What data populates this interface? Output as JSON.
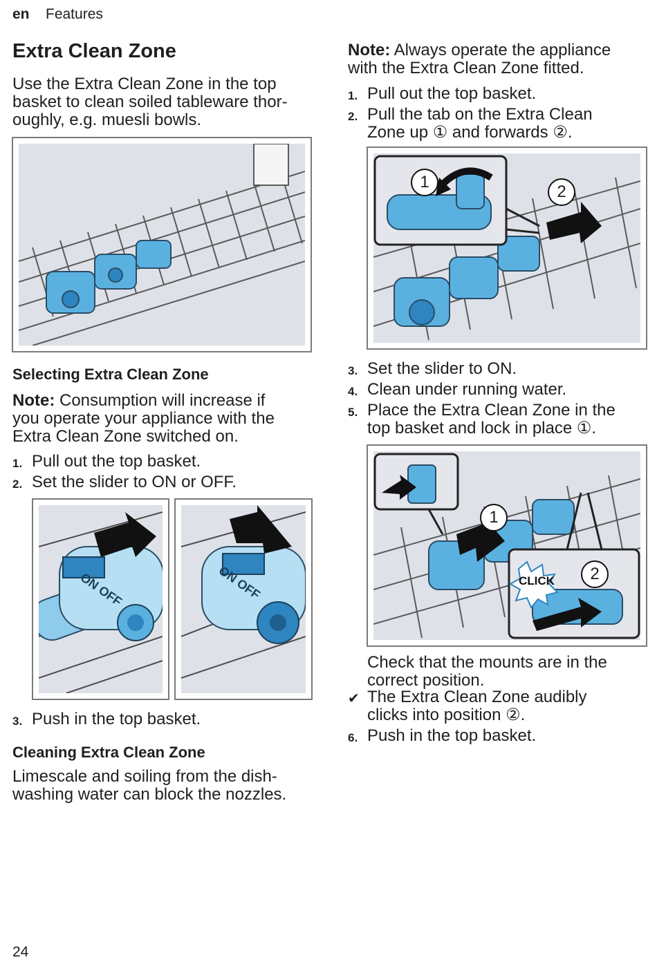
{
  "header": {
    "lang": "en",
    "section": "Features"
  },
  "title": "Extra Clean Zone",
  "intro": [
    "Use the Extra Clean Zone in the top",
    "basket to clean soiled tableware thor-",
    "oughly, e.g. muesli bowls."
  ],
  "selecting": {
    "heading": "Selecting Extra Clean Zone",
    "note_label": "Note:",
    "note_lines": [
      " Consumption will increase if",
      "you operate your appliance with the",
      "Extra Clean Zone switched on."
    ],
    "steps": [
      {
        "num": "1.",
        "text": "Pull out the top basket."
      },
      {
        "num": "2.",
        "text": "Set the slider to ON or OFF."
      }
    ],
    "step3": {
      "num": "3.",
      "text": "Push in the top basket."
    },
    "slider_label_left": "ON OFF",
    "slider_label_right": "ON OFF"
  },
  "cleaning": {
    "heading": "Cleaning Extra Clean Zone",
    "lines": [
      "Limescale and soiling from the dish-",
      "washing water can block the nozzles."
    ]
  },
  "right": {
    "note_label": "Note:",
    "note_lines": [
      " Always operate the appliance",
      "with the Extra Clean Zone fitted."
    ],
    "steps_a": [
      {
        "num": "1.",
        "lines": [
          "Pull out the top basket."
        ]
      },
      {
        "num": "2.",
        "lines": [
          "Pull the tab on the Extra Clean",
          "Zone up ① and forwards ②."
        ]
      }
    ],
    "fig2_callouts": [
      "1",
      "2"
    ],
    "steps_b": [
      {
        "num": "3.",
        "lines": [
          "Set the slider to ON."
        ]
      },
      {
        "num": "4.",
        "lines": [
          "Clean under running water."
        ]
      },
      {
        "num": "5.",
        "lines": [
          "Place the Extra Clean Zone in the",
          "top basket and lock in place ①."
        ]
      }
    ],
    "fig3_callouts": [
      "1",
      "2"
    ],
    "click_label": "CLICK",
    "check_lines": [
      "Check that the mounts are in the",
      "correct position."
    ],
    "result_lines": [
      "The Extra Clean Zone audibly",
      "clicks into position ②."
    ],
    "step6": {
      "num": "6.",
      "text": "Push in the top basket."
    }
  },
  "page_number": "24",
  "colors": {
    "accent_blue": "#5ab1e0",
    "figure_bg": "#dfe1e8",
    "frame": "#7a7a7a"
  }
}
